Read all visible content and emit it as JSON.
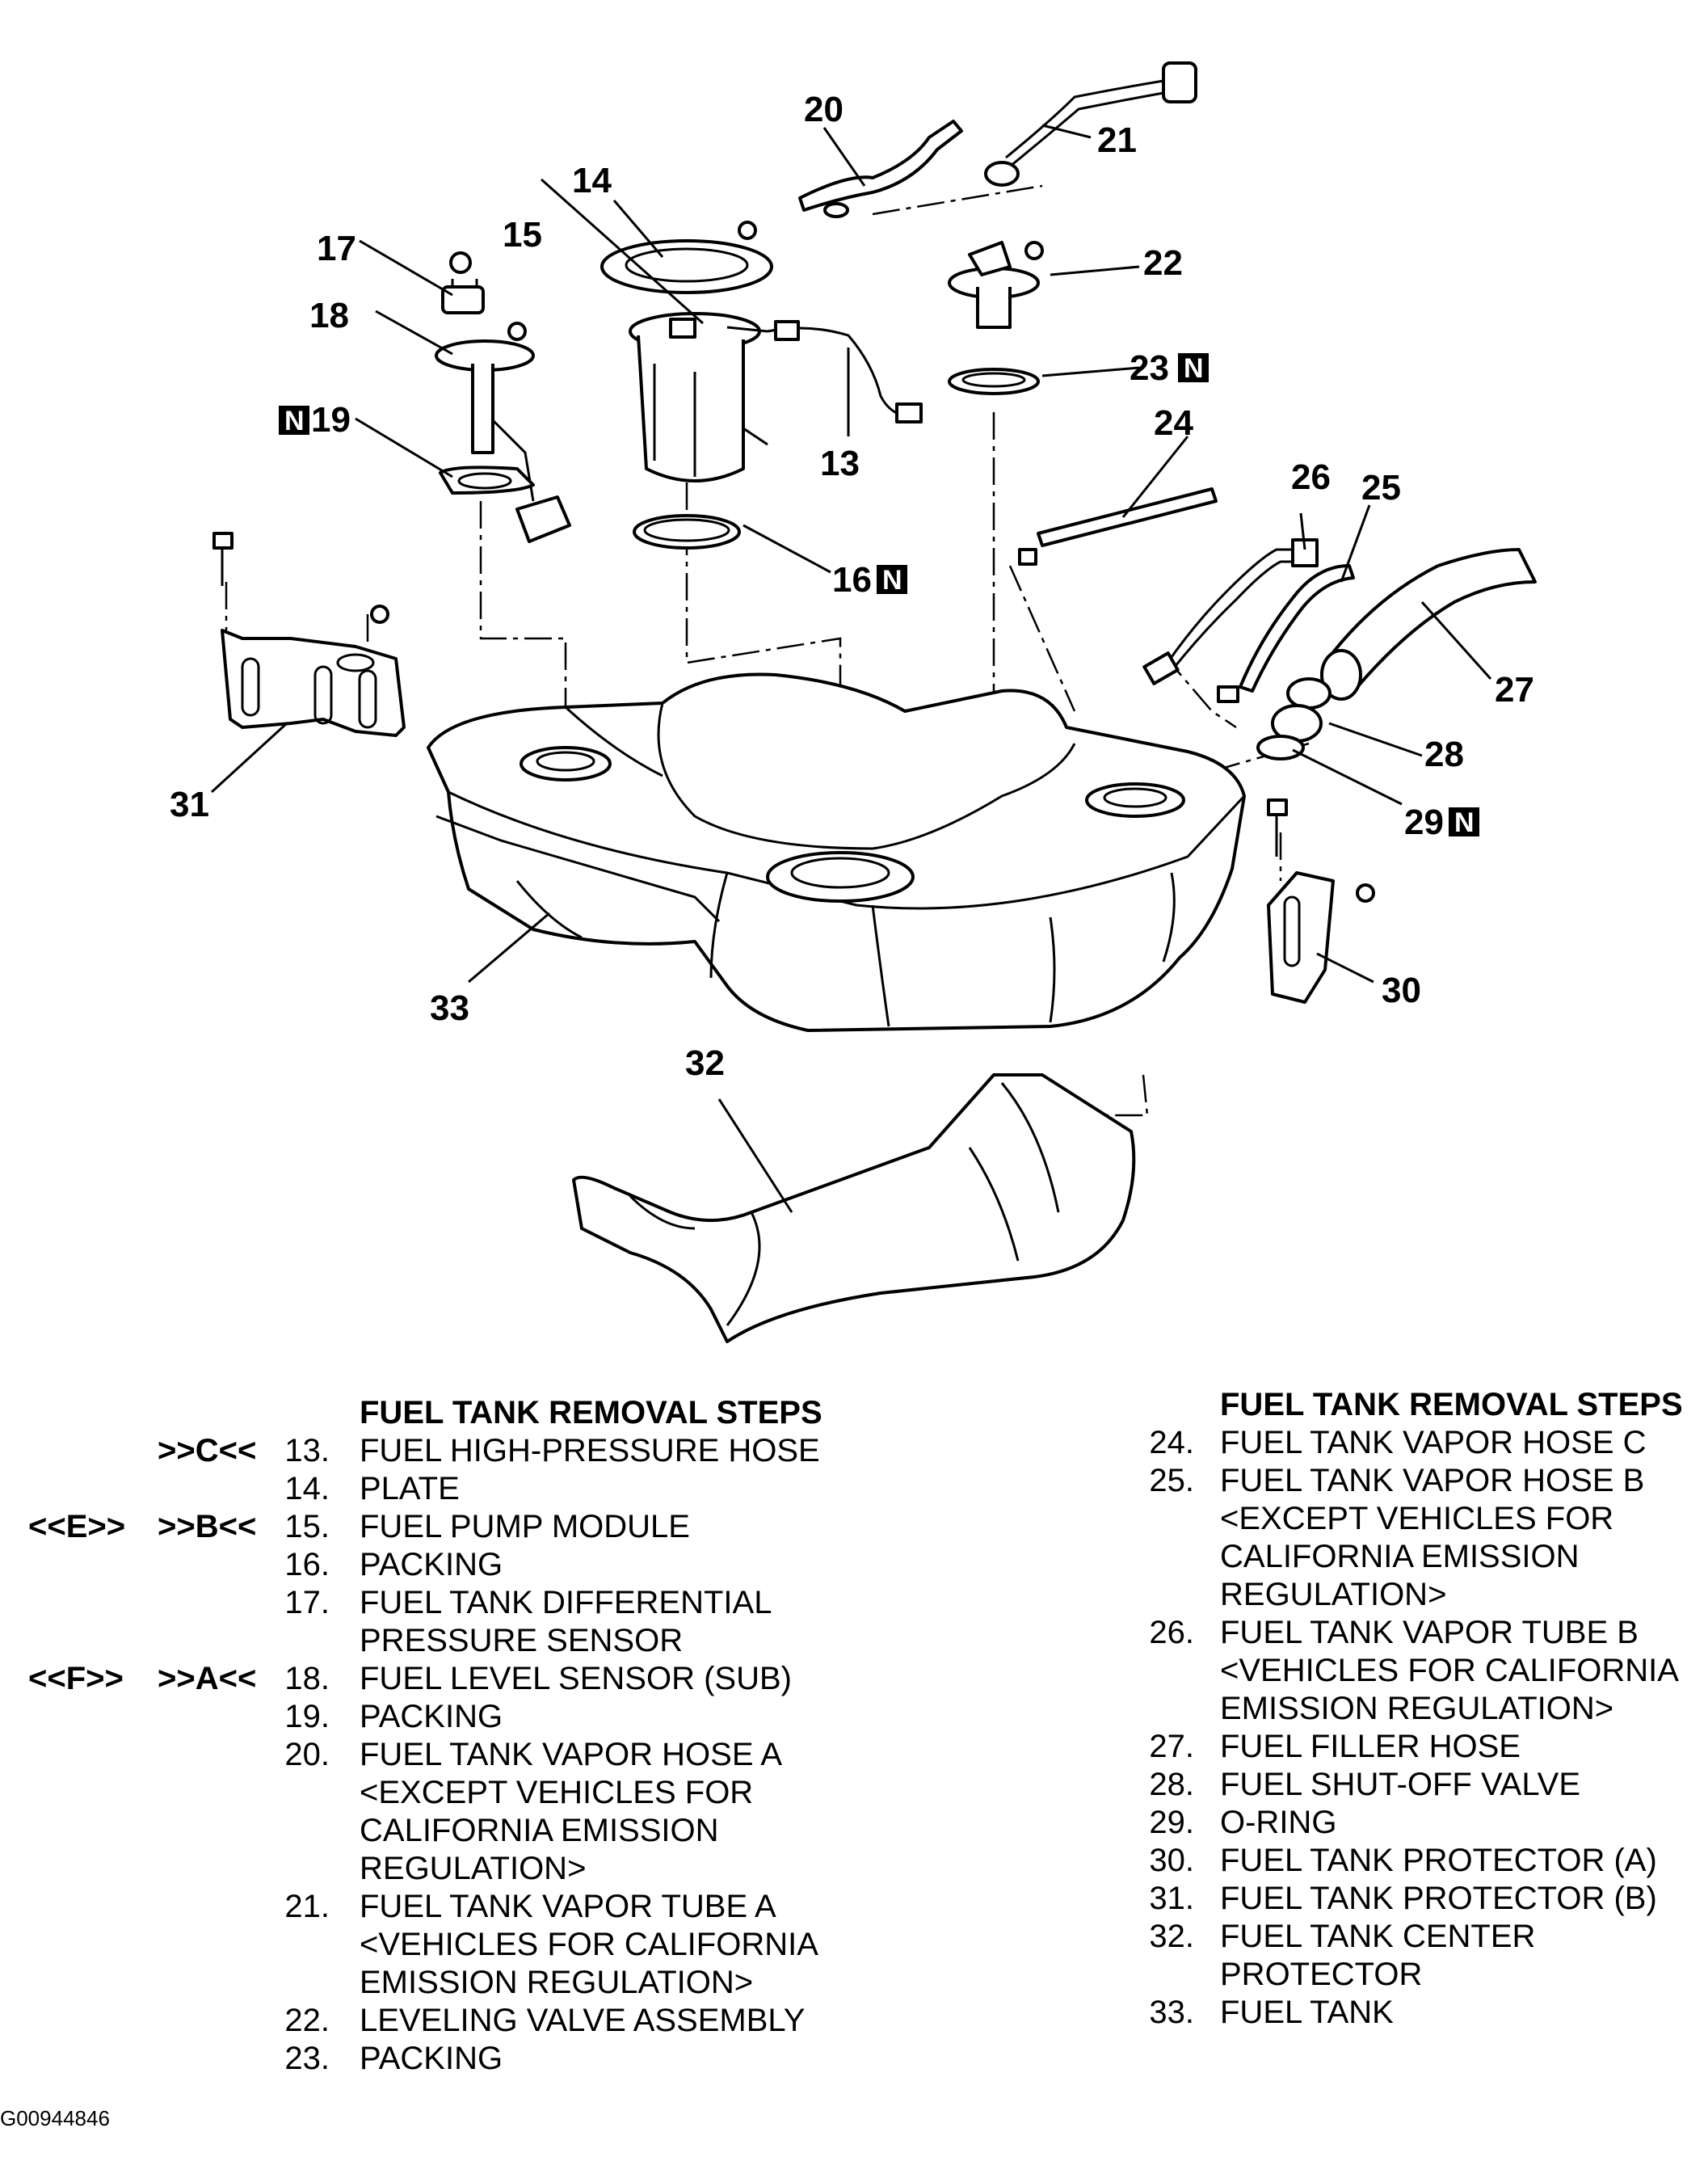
{
  "callouts": {
    "c13": "13",
    "c14": "14",
    "c15": "15",
    "c16": "16",
    "c17": "17",
    "c18": "18",
    "c19": "19",
    "c20": "20",
    "c21": "21",
    "c22": "22",
    "c23": "23",
    "c24": "24",
    "c25": "25",
    "c26": "26",
    "c27": "27",
    "c28": "28",
    "c29": "29",
    "c30": "30",
    "c31": "31",
    "c32": "32",
    "c33": "33",
    "new_mark": "N"
  },
  "left_steps": {
    "header": "FUEL TANK REMOVAL STEPS",
    "items": [
      {
        "m1": "",
        "m2": ">>C<<",
        "num": "13.",
        "lines": [
          "FUEL HIGH-PRESSURE HOSE"
        ]
      },
      {
        "m1": "",
        "m2": "",
        "num": "14.",
        "lines": [
          "PLATE"
        ]
      },
      {
        "m1": "<<E>>",
        "m2": ">>B<<",
        "num": "15.",
        "lines": [
          "FUEL PUMP MODULE"
        ]
      },
      {
        "m1": "",
        "m2": "",
        "num": "16.",
        "lines": [
          "PACKING"
        ]
      },
      {
        "m1": "",
        "m2": "",
        "num": "17.",
        "lines": [
          "FUEL TANK DIFFERENTIAL",
          "PRESSURE SENSOR"
        ]
      },
      {
        "m1": "<<F>>",
        "m2": ">>A<<",
        "num": "18.",
        "lines": [
          "FUEL LEVEL SENSOR (SUB)"
        ]
      },
      {
        "m1": "",
        "m2": "",
        "num": "19.",
        "lines": [
          "PACKING"
        ]
      },
      {
        "m1": "",
        "m2": "",
        "num": "20.",
        "lines": [
          "FUEL TANK VAPOR HOSE A",
          "<EXCEPT VEHICLES FOR",
          "CALIFORNIA EMISSION",
          "REGULATION>"
        ]
      },
      {
        "m1": "",
        "m2": "",
        "num": "21.",
        "lines": [
          "FUEL TANK VAPOR TUBE A",
          "<VEHICLES FOR CALIFORNIA",
          "EMISSION REGULATION>"
        ]
      },
      {
        "m1": "",
        "m2": "",
        "num": "22.",
        "lines": [
          "LEVELING VALVE ASSEMBLY"
        ]
      },
      {
        "m1": "",
        "m2": "",
        "num": "23.",
        "lines": [
          "PACKING"
        ]
      }
    ]
  },
  "right_steps": {
    "header": "FUEL TANK REMOVAL STEPS",
    "items": [
      {
        "num": "24.",
        "lines": [
          "FUEL TANK VAPOR HOSE C"
        ]
      },
      {
        "num": "25.",
        "lines": [
          "FUEL TANK VAPOR HOSE B",
          "<EXCEPT VEHICLES FOR",
          "CALIFORNIA EMISSION",
          "REGULATION>"
        ]
      },
      {
        "num": "26.",
        "lines": [
          "FUEL TANK VAPOR TUBE B",
          "<VEHICLES FOR CALIFORNIA",
          "EMISSION REGULATION>"
        ]
      },
      {
        "num": "27.",
        "lines": [
          "FUEL FILLER HOSE"
        ]
      },
      {
        "num": "28.",
        "lines": [
          "FUEL SHUT-OFF VALVE"
        ]
      },
      {
        "num": "29.",
        "lines": [
          "O-RING"
        ]
      },
      {
        "num": "30.",
        "lines": [
          "FUEL TANK PROTECTOR (A)"
        ]
      },
      {
        "num": "31.",
        "lines": [
          "FUEL TANK PROTECTOR (B)"
        ]
      },
      {
        "num": "32.",
        "lines": [
          "FUEL TANK CENTER",
          "PROTECTOR"
        ]
      },
      {
        "num": "33.",
        "lines": [
          "FUEL TANK"
        ]
      }
    ]
  },
  "figure_code": "G00944846"
}
